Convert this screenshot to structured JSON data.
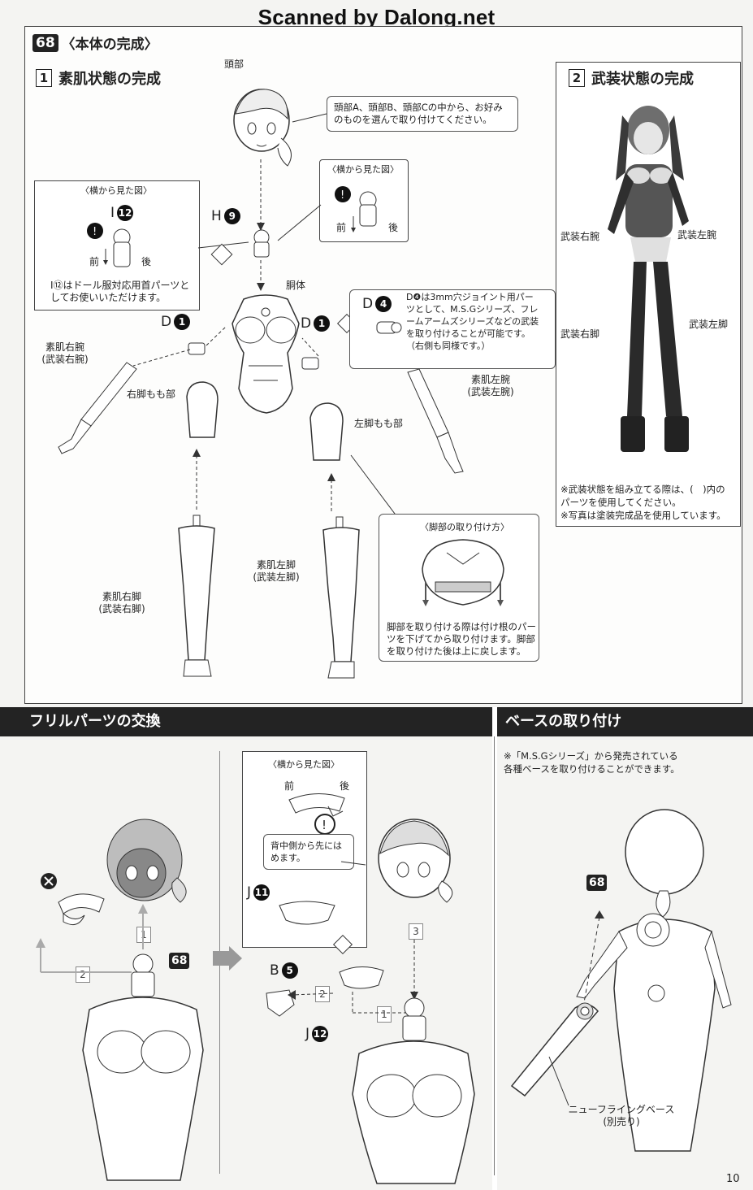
{
  "watermark": "Scanned by Dalong.net",
  "step": {
    "number": "68",
    "title": "〈本体の完成〉"
  },
  "section1": {
    "num": "1",
    "title": "素肌状態の完成",
    "head_label": "頭部",
    "head_note": "頭部A、頭部B、頭部Cの中から、お好みのものを選んで取り付けてください。",
    "side_view": "〈横から見た図〉",
    "front": "前",
    "back": "後",
    "h9": {
      "letter": "H",
      "num": "9"
    },
    "i12": {
      "letter": "I",
      "num": "12"
    },
    "i12_note": "I⑫はドール服対応用首パーツとしてお使いいただけます。",
    "torso": "胴体",
    "d1_left": {
      "letter": "D",
      "num": "1"
    },
    "d1_right": {
      "letter": "D",
      "num": "1"
    },
    "d4": {
      "letter": "D",
      "num": "4"
    },
    "d4_note": "D❹は3mm穴ジョイント用パーツとして、M.S.Gシリーズ、フレームアームズシリーズなどの武装を取り付けることが可能です。（右側も同様です。）",
    "right_arm": "素肌右腕\n(武装右腕)",
    "left_arm": "素肌左腕\n(武装左腕)",
    "right_thigh": "右脚もも部",
    "left_thigh": "左脚もも部",
    "right_leg": "素肌右脚\n(武装右脚)",
    "left_leg": "素肌左脚\n(武装左脚)",
    "leg_attach_title": "〈脚部の取り付け方〉",
    "leg_attach_note": "脚部を取り付ける際は付け根のパーツを下げてから取り付けます。脚部を取り付けた後は上に戻します。"
  },
  "section2": {
    "num": "2",
    "title": "武装状態の完成",
    "arm_r": "武装右腕",
    "arm_l": "武装左腕",
    "leg_r": "武装右脚",
    "leg_l": "武装左脚",
    "note1": "※武装状態を組み立てる際は、(　)内のパーツを使用してください。",
    "note2": "※写真は塗装完成品を使用しています。"
  },
  "frill": {
    "title": "フリルパーツの交換",
    "side_view": "〈横から見た図〉",
    "front": "前",
    "back": "後",
    "note": "背中側から先にはめます。",
    "j11": {
      "letter": "J",
      "num": "11"
    },
    "b5": {
      "letter": "B",
      "num": "5"
    },
    "j12": {
      "letter": "J",
      "num": "12"
    },
    "step1": "1",
    "step2": "2",
    "step3": "3",
    "ref": "68"
  },
  "base": {
    "title": "ベースの取り付け",
    "note": "※「M.S.Gシリーズ」から発売されている各種ベースを取り付けることができます。",
    "ref": "68",
    "base_label": "ニューフライングベース\n(別売り)"
  },
  "page_number": "10",
  "colors": {
    "band": "#232323",
    "paper": "#f4f4f2",
    "ink": "#222222"
  }
}
